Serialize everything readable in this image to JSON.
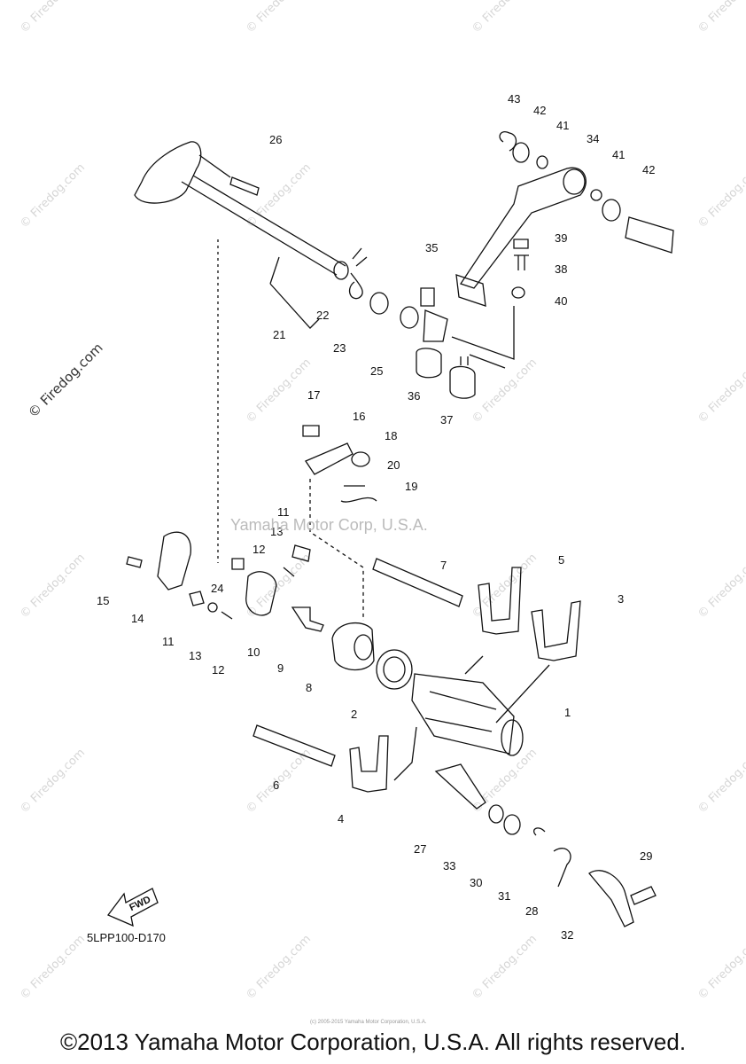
{
  "watermark": "© Firedog.com",
  "midmark": "Yamaha Motor Corp, U.S.A.",
  "diagram_code": "5LPP100-D170",
  "fwd_label": "FWD",
  "tiny_notice": "(c) 2005-2015 Yamaha Motor Corporation, U.S.A.",
  "copyright": "©2013 Yamaha Motor Corporation, U.S.A. All rights reserved.",
  "callouts": [
    "1",
    "2",
    "3",
    "4",
    "5",
    "6",
    "7",
    "8",
    "9",
    "10",
    "11",
    "11",
    "12",
    "12",
    "13",
    "13",
    "14",
    "15",
    "16",
    "17",
    "18",
    "19",
    "20",
    "21",
    "22",
    "23",
    "24",
    "25",
    "26",
    "27",
    "28",
    "29",
    "30",
    "31",
    "32",
    "33",
    "34",
    "35",
    "36",
    "37",
    "38",
    "39",
    "40",
    "41",
    "41",
    "42",
    "42",
    "43"
  ]
}
